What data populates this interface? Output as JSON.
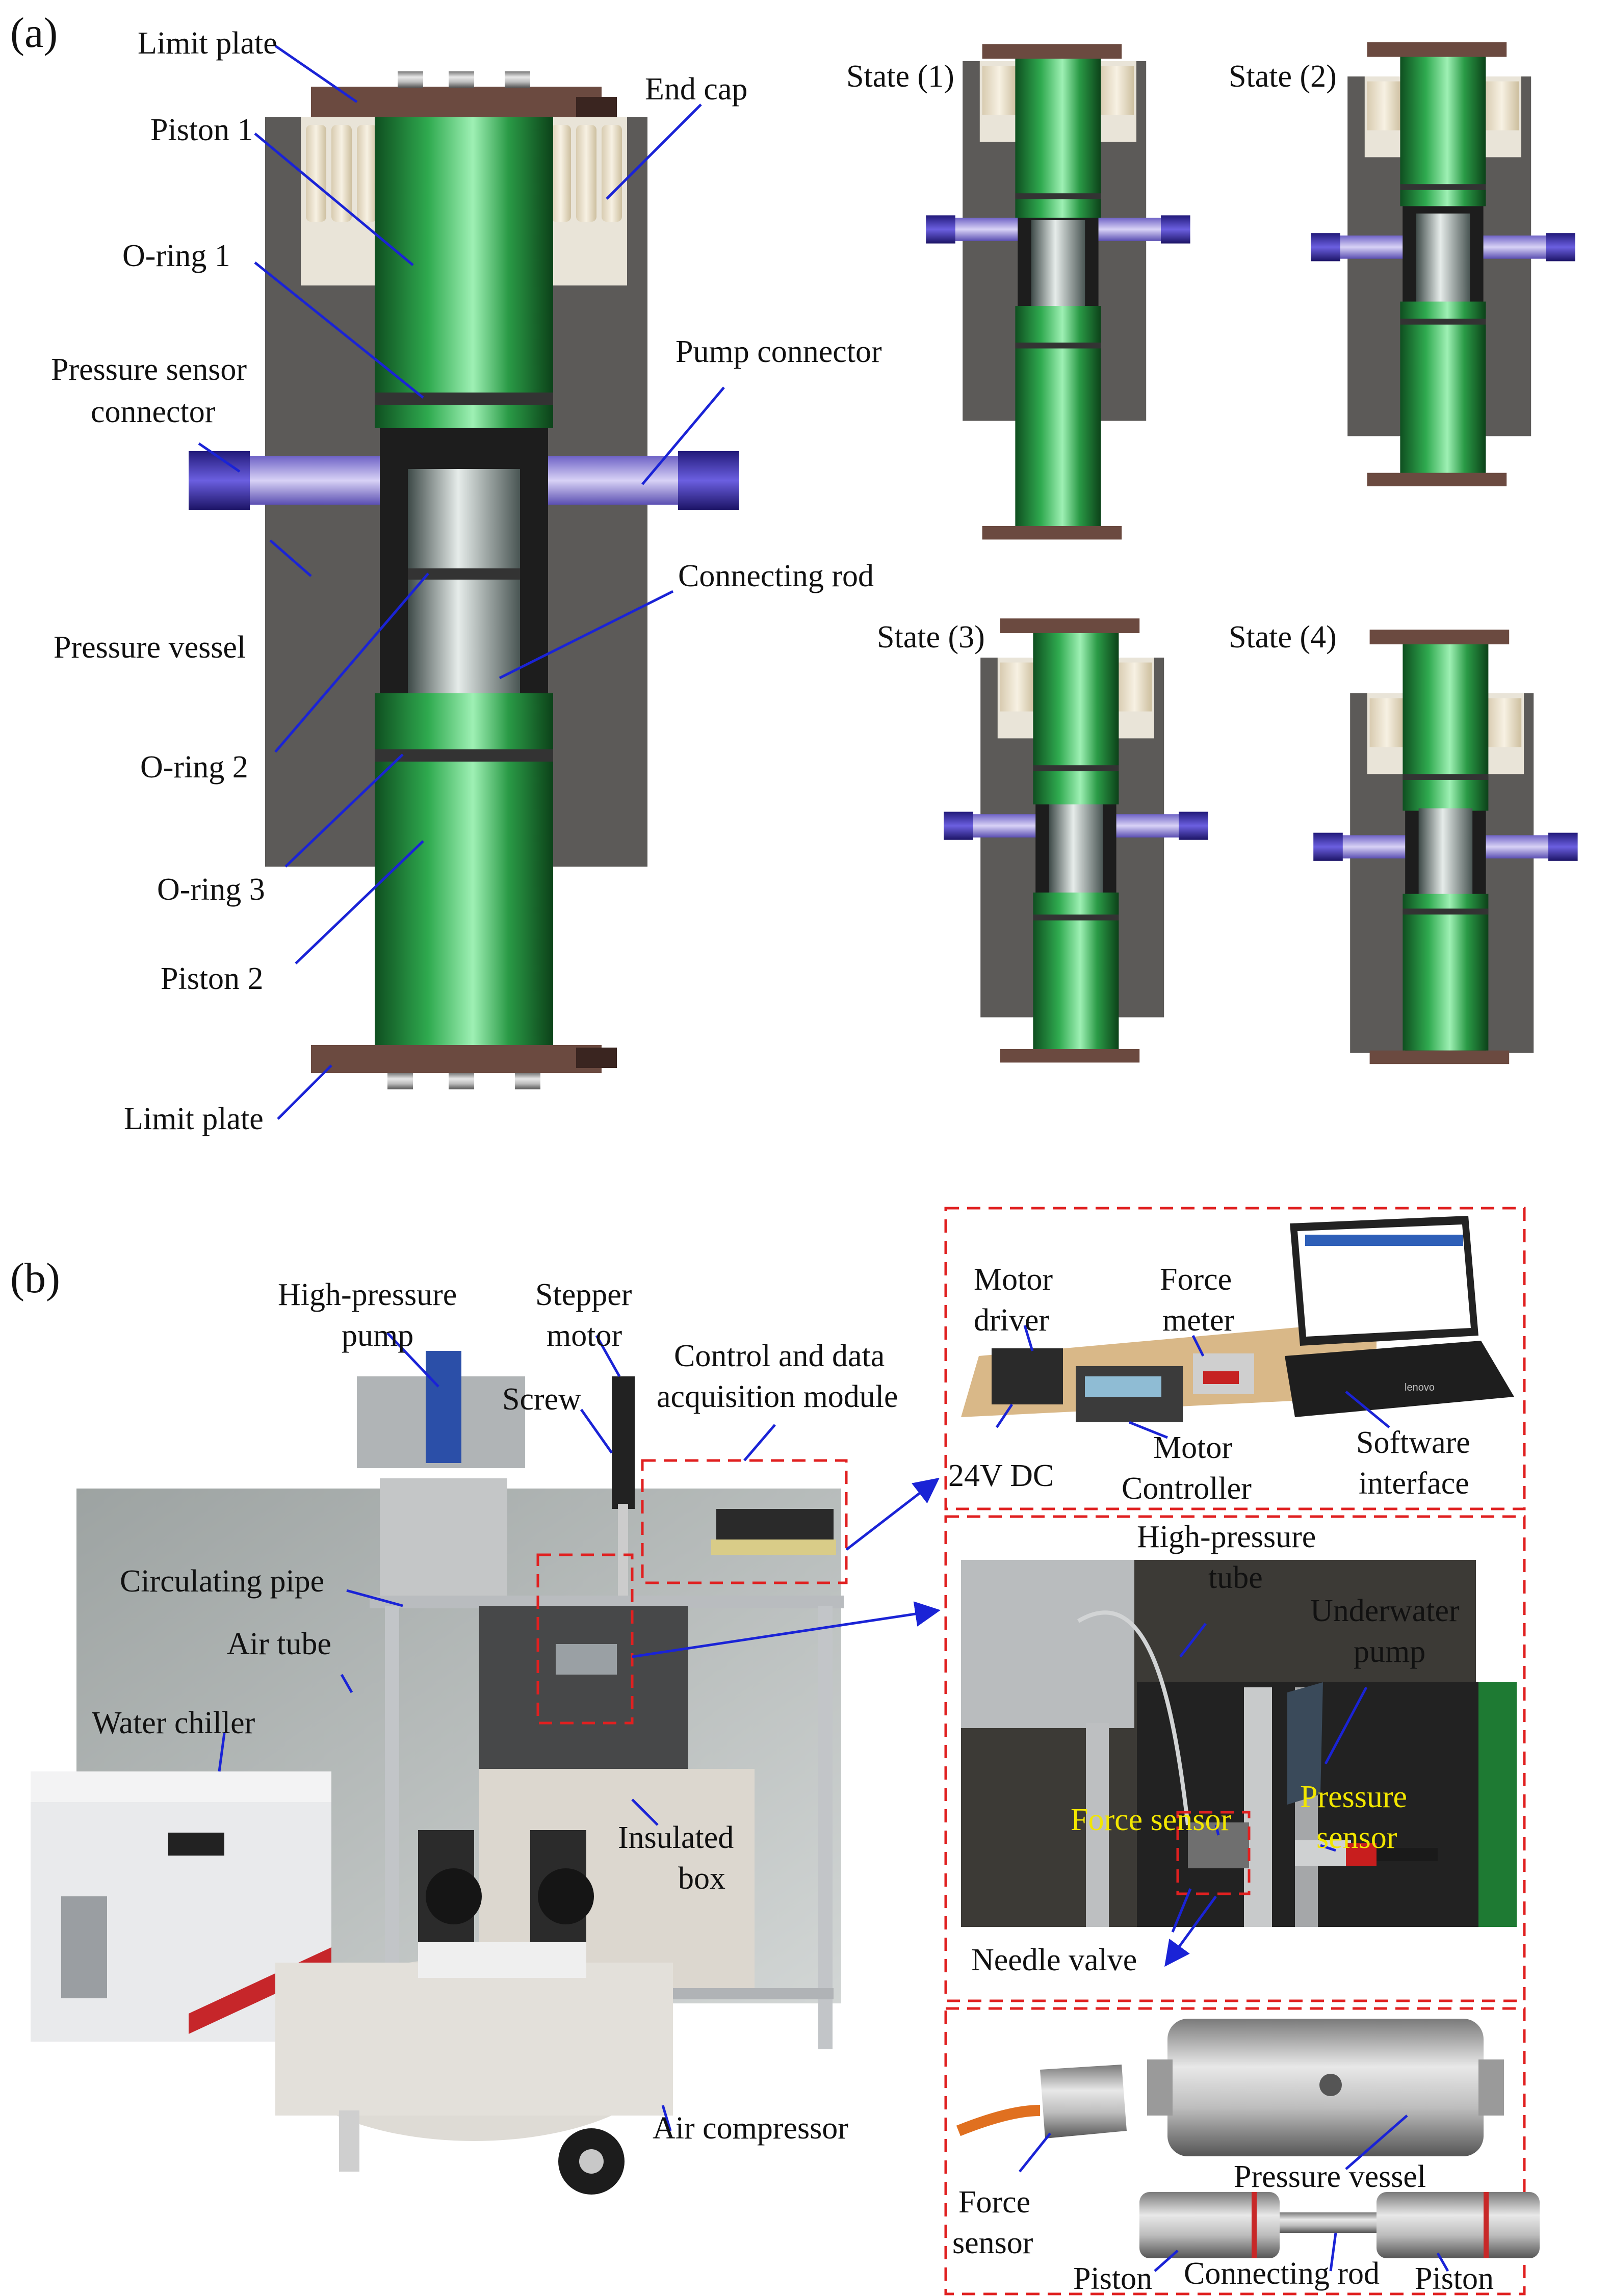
{
  "panels": {
    "a": "(a)",
    "b": "(b)"
  },
  "panel_a": {
    "labels": {
      "limit_plate_top": "Limit plate",
      "end_cap": "End cap",
      "piston_1": "Piston 1",
      "o_ring_1": "O-ring 1",
      "pressure_sensor_connector_l1": "Pressure sensor",
      "pressure_sensor_connector_l2": "connector",
      "pump_connector": "Pump connector",
      "connecting_rod": "Connecting rod",
      "pressure_vessel": "Pressure vessel",
      "o_ring_2": "O-ring 2",
      "o_ring_3": "O-ring 3",
      "piston_2": "Piston 2",
      "limit_plate_bottom": "Limit plate"
    },
    "states": [
      "State  (1)",
      "State (2)",
      "State (3)",
      "State (4)"
    ]
  },
  "panel_b": {
    "labels": {
      "high_pressure_pump_l1": "High-pressure",
      "high_pressure_pump_l2": "pump",
      "stepper_motor_l1": "Stepper",
      "stepper_motor_l2": "motor",
      "screw": "Screw",
      "control_module_l1": "Control and data",
      "control_module_l2": "acquisition module",
      "circulating_pipe": "Circulating pipe",
      "air_tube": "Air tube",
      "water_chiller": "Water chiller",
      "insulated_box_l1": "Insulated",
      "insulated_box_l2": "box",
      "air_compressor": "Air compressor"
    },
    "control_inset": {
      "motor_driver_l1": "Motor",
      "motor_driver_l2": "driver",
      "force_meter_l1": "Force",
      "force_meter_l2": "meter",
      "dc_24v": "24V DC",
      "motor_controller_l1": "Motor",
      "motor_controller_l2": "Controller",
      "software_interface_l1": "Software",
      "software_interface_l2": "interface",
      "laptop_brand": "lenovo"
    },
    "box_inset": {
      "high_pressure_tube_l1": "High-pressure",
      "high_pressure_tube_l2": "tube",
      "underwater_pump_l1": "Underwater",
      "underwater_pump_l2": "pump",
      "force_sensor": "Force sensor",
      "pressure_sensor_l1": "Pressure",
      "pressure_sensor_l2": "sensor",
      "needle_valve": "Needle valve"
    },
    "parts_inset": {
      "force_sensor_l1": "Force",
      "force_sensor_l2": "sensor",
      "pressure_vessel": "Pressure vessel",
      "piston_left": "Piston",
      "connecting_rod": "Connecting rod",
      "piston_right": "Piston"
    }
  },
  "colors": {
    "piston_green": "#1f8f3c",
    "vessel_gray": "#5c5a58",
    "connector_purple": "#8c7fd6",
    "limit_plate_brown": "#6b4a40",
    "pointer_blue": "#1a23d6",
    "callout_red": "#e02020",
    "highlight_yellow": "#f2e600"
  }
}
